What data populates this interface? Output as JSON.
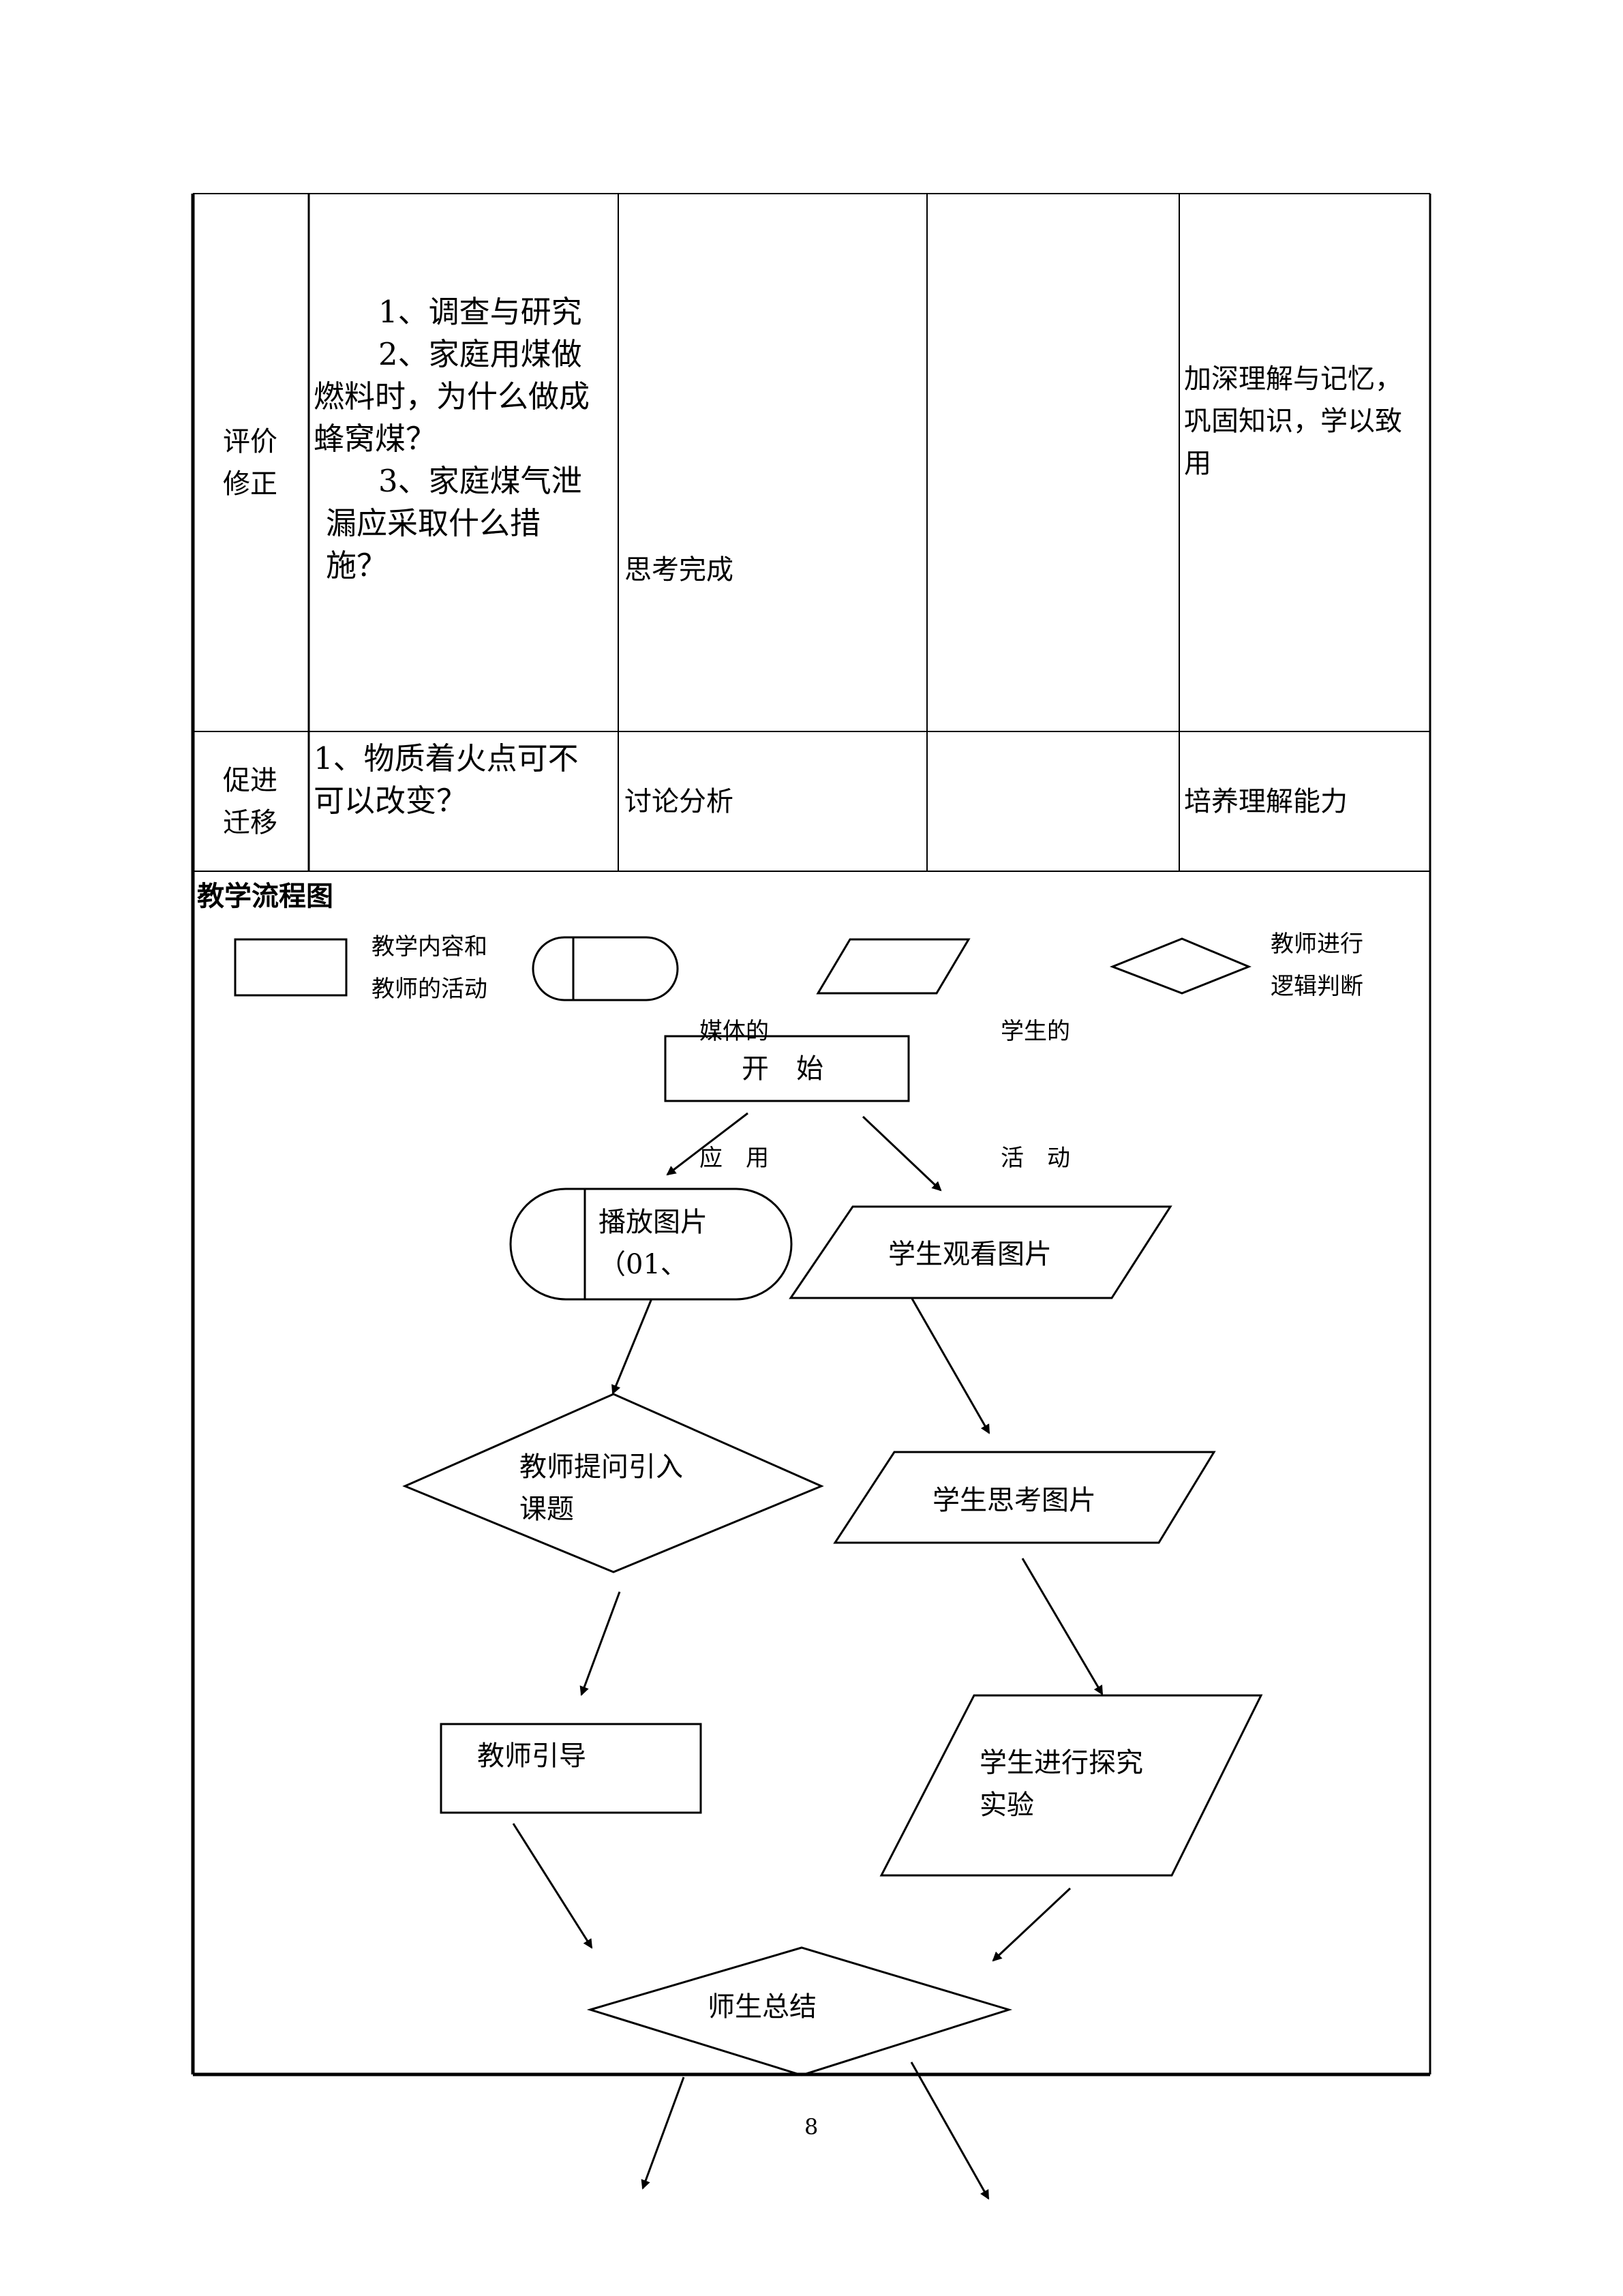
{
  "table": {
    "row1": {
      "label_line1": "评价",
      "label_line2": "修正",
      "content_lines": [
        "1、调查与研究",
        "2、家庭用煤做",
        "燃料时，为什么做成",
        "蜂窝煤？",
        "3、家庭煤气泄",
        "漏应采取什么措",
        "施？"
      ],
      "student_activity": "思考完成",
      "purpose_lines": [
        "加深理解与记忆，",
        "巩固知识，学以致",
        "用"
      ]
    },
    "row2": {
      "label_line1": "促进",
      "label_line2": "迁移",
      "content_lines": [
        "1、物质着火点可不",
        "可以改变？"
      ],
      "student_activity": "讨论分析",
      "purpose": "培养理解能力"
    }
  },
  "flowchart": {
    "title": "教学流程图",
    "legend": [
      {
        "shape": "rectangle",
        "line1": "教学内容和",
        "line2": "教师的活动"
      },
      {
        "shape": "media-capsule",
        "line1": "媒体的",
        "line2": "应　用"
      },
      {
        "shape": "parallelogram",
        "line1": "学生的",
        "line2": "活　动"
      },
      {
        "shape": "diamond",
        "line1": "教师进行",
        "line2": "逻辑判断"
      }
    ],
    "nodes": {
      "start": "开　始",
      "media_line1": "播放图片",
      "media_line2": "（01、",
      "student_watch": "学生观看图片",
      "teacher_question_line1": "教师提问引入",
      "teacher_question_line2": "课题",
      "student_think": "学生思考图片",
      "teacher_guide": "教师引导",
      "student_explore_line1": "学生进行探究",
      "student_explore_line2": "实验",
      "summary": "师生总结"
    }
  },
  "page_number": "8"
}
